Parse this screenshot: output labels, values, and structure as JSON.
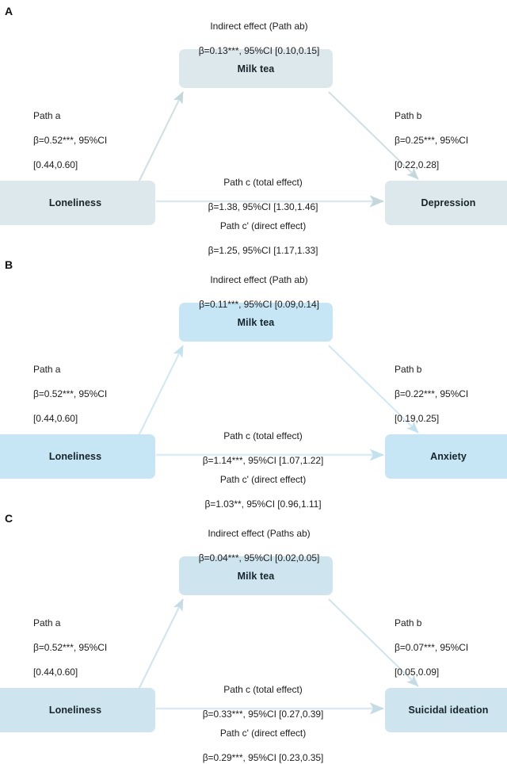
{
  "figure": {
    "type": "mediation-path-diagram",
    "panel_count": 3
  },
  "panels": [
    {
      "id": "A",
      "label": "A",
      "colors": {
        "box_fill": "#dde8ec",
        "arrow": "#cfdfe2"
      },
      "nodes": {
        "predictor": "Loneliness",
        "mediator": "Milk tea",
        "outcome": "Depression"
      },
      "indirect": {
        "line1": "Indirect effect (Path ab)",
        "line2": "β=0.13***, 95%CI [0.10,0.15]"
      },
      "path_a": {
        "line1": "Path a",
        "line2": "β=0.52***, 95%CI",
        "line3": "[0.44,0.60]"
      },
      "path_b": {
        "line1": "Path b",
        "line2": "β=0.25***, 95%CI",
        "line3": "[0.22,0.28]"
      },
      "path_c": {
        "line1": "Path c (total effect)",
        "line2": "β=1.38, 95%CI [1.30,1.46]"
      },
      "path_c_prime": {
        "line1": "Path c' (direct effect)",
        "line2": "β=1.25, 95%CI [1.17,1.33]"
      }
    },
    {
      "id": "B",
      "label": "B",
      "colors": {
        "box_fill": "#c6e6f6",
        "arrow": "#cfe9f3"
      },
      "nodes": {
        "predictor": "Loneliness",
        "mediator": "Milk tea",
        "outcome": "Anxiety"
      },
      "indirect": {
        "line1": "Indirect effect (Path ab)",
        "line2": "β=0.11***, 95%CI [0.09,0.14]"
      },
      "path_a": {
        "line1": "Path a",
        "line2": "β=0.52***, 95%CI",
        "line3": "[0.44,0.60]"
      },
      "path_b": {
        "line1": "Path b",
        "line2": "β=0.22***, 95%CI",
        "line3": "[0.19,0.25]"
      },
      "path_c": {
        "line1": "Path c (total effect)",
        "line2": "β=1.14***, 95%CI [1.07,1.22]"
      },
      "path_c_prime": {
        "line1": "Path c' (direct effect)",
        "line2": "β=1.03**, 95%CI [0.96,1.11]"
      }
    },
    {
      "id": "C",
      "label": "C",
      "colors": {
        "box_fill": "#cee5ef",
        "arrow": "#cfe4ec"
      },
      "nodes": {
        "predictor": "Loneliness",
        "mediator": "Milk tea",
        "outcome": "Suicidal ideation"
      },
      "indirect": {
        "line1": "Indirect effect (Paths ab)",
        "line2": "β=0.04***, 95%CI [0.02,0.05]"
      },
      "path_a": {
        "line1": "Path a",
        "line2": "β=0.52***, 95%CI",
        "line3": "[0.44,0.60]"
      },
      "path_b": {
        "line1": "Path b",
        "line2": "β=0.07***, 95%CI",
        "line3": "[0.05,0.09]"
      },
      "path_c": {
        "line1": "Path c (total effect)",
        "line2": "β=0.33***, 95%CI [0.27,0.39]"
      },
      "path_c_prime": {
        "line1": "Path c' (direct effect)",
        "line2": "β=0.29***, 95%CI [0.23,0.35]"
      }
    }
  ]
}
